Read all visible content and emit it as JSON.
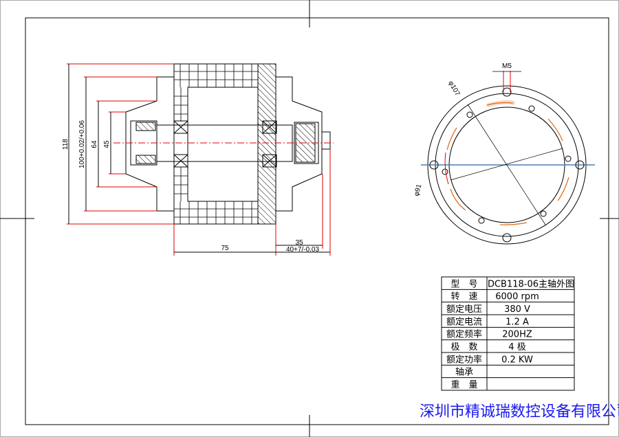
{
  "drawing": {
    "dimensions": {
      "d118": "118",
      "d100": "100+0.02/+0.06",
      "d64": "64",
      "d45": "45",
      "d75": "75",
      "d35": "35",
      "d40": "40+7/-0.03",
      "m5": "M5",
      "phi107": "φ107",
      "phi91": "φ91"
    }
  },
  "spec_table": {
    "rows": [
      {
        "label": "型　号",
        "value": "DCB118-06主轴外图"
      },
      {
        "label": "转　速",
        "value": "6000 rpm"
      },
      {
        "label": "额定电压",
        "value": "380 V"
      },
      {
        "label": "额定电流",
        "value": "1.2 A"
      },
      {
        "label": "额定频率",
        "value": "200HZ"
      },
      {
        "label": "极　数",
        "value": "4 极"
      },
      {
        "label": "额定功率",
        "value": "0.2 KW"
      },
      {
        "label": "轴承",
        "value": ""
      },
      {
        "label": "重　量",
        "value": ""
      }
    ]
  },
  "company": "深圳市精诚瑞数控设备有限公司",
  "colors": {
    "dimension": "#e00000",
    "slot": "#e07020",
    "centerline": "#4a7fb0",
    "company": "#1a1aee"
  }
}
